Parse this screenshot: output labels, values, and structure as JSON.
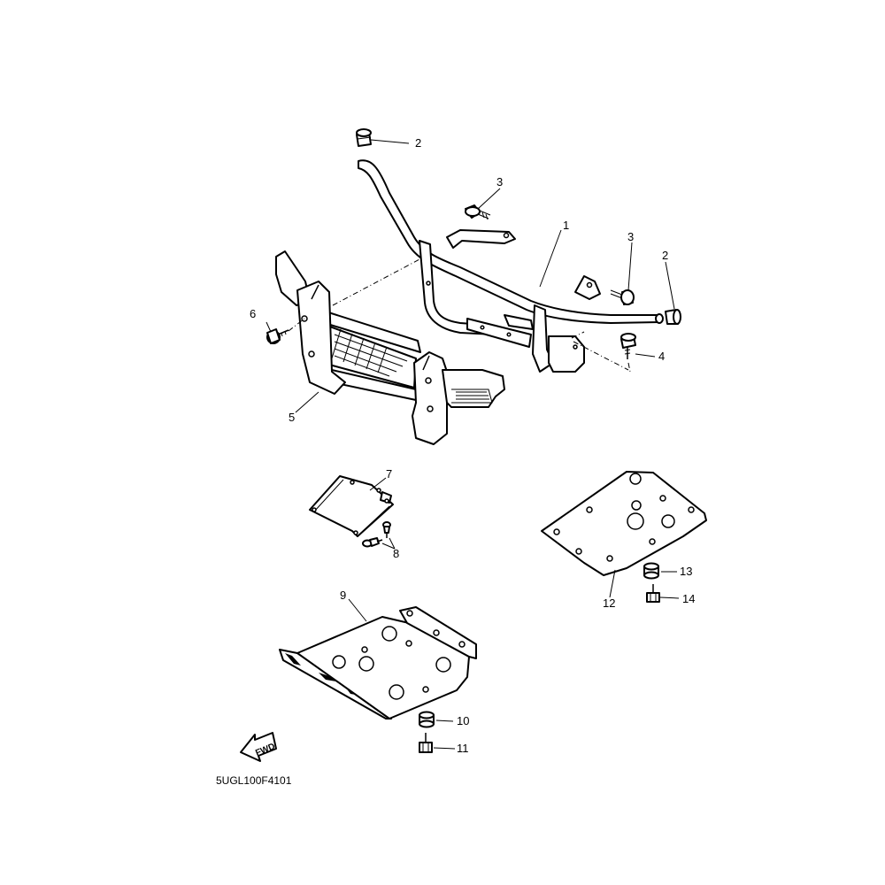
{
  "diagram": {
    "code": "5UGL100F4101",
    "fwd_label": "FWD",
    "callouts": [
      {
        "id": "c1",
        "label": "1"
      },
      {
        "id": "c2a",
        "label": "2"
      },
      {
        "id": "c2b",
        "label": "2"
      },
      {
        "id": "c3a",
        "label": "3"
      },
      {
        "id": "c3b",
        "label": "3"
      },
      {
        "id": "c4",
        "label": "4"
      },
      {
        "id": "c5",
        "label": "5"
      },
      {
        "id": "c6",
        "label": "6"
      },
      {
        "id": "c7",
        "label": "7"
      },
      {
        "id": "c8",
        "label": "8"
      },
      {
        "id": "c9",
        "label": "9"
      },
      {
        "id": "c10",
        "label": "10"
      },
      {
        "id": "c11",
        "label": "11"
      },
      {
        "id": "c12",
        "label": "12"
      },
      {
        "id": "c13",
        "label": "13"
      },
      {
        "id": "c14",
        "label": "14"
      }
    ]
  }
}
